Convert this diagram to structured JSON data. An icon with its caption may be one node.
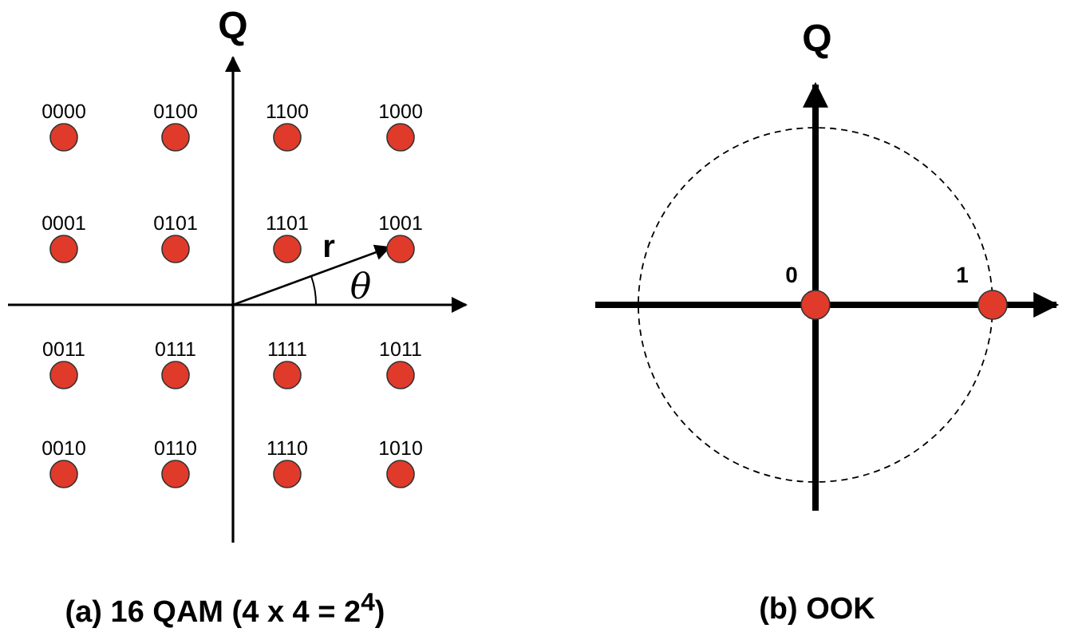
{
  "diagram": {
    "labels": [
      "Q",
      "0000",
      "0100",
      "1100",
      "1000",
      "0001",
      "0101",
      "1101",
      "1001",
      "0011",
      "0111",
      "1111",
      "1011",
      "0010",
      "0110",
      "1110",
      "1010",
      "r",
      "θ",
      "Q",
      "0",
      "1",
      "(a) 16 QAM (4 x 4 = 2$^{4}$)",
      "(b) OOK"
    ]
  }
}
